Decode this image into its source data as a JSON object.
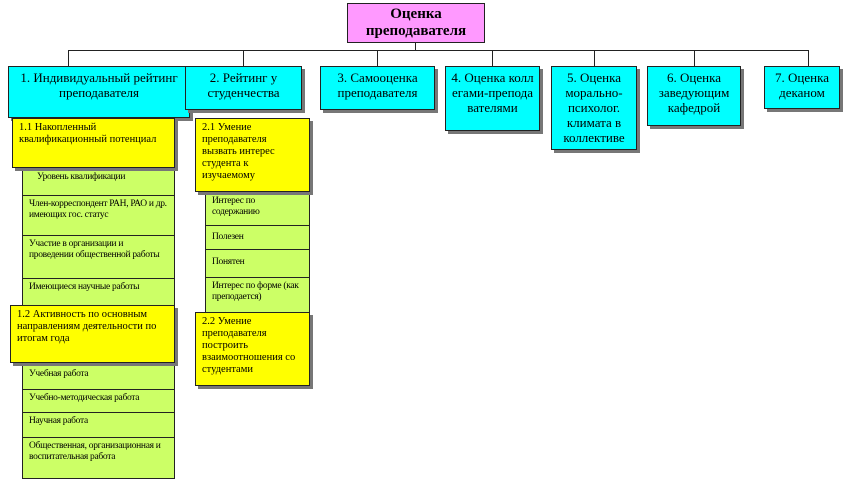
{
  "root": "Оценка преподавателя",
  "categories": [
    "1. Индивидуальный рейтинг преподавателя",
    "2. Рейтинг у студенчества",
    "3. Самооценка преподавателя",
    "4. Оценка коллегами-преподавателями",
    "5. Оценка морально-психолог. климата в коллективе",
    "6. Оценка заведующим кафедрой",
    "7. Оценка деканом"
  ],
  "g1": {
    "s1": {
      "title": "1.1 Накопленный квалификационный потенциал",
      "items": [
        "Уровень квалификации",
        "Член-корреспондент РАН, РАО и др. имеющих гос. статус",
        "Участие в организации и проведении общественной работы",
        "Имеющиеся научные работы"
      ]
    },
    "s2": {
      "title": "1.2 Активность по основным направлениям деятельности по итогам года",
      "items": [
        "Учебная работа",
        "Учебно-методическая работа",
        "Научная работа",
        "Общественная, организационная и воспитательная работа"
      ]
    }
  },
  "g2": {
    "s1": {
      "title": "2.1 Умение преподавателя вызвать интерес студента к изучаемому",
      "items": [
        "Интерес по содержанию",
        "Полезен",
        "Понятен",
        "Интерес по форме (как преподается)"
      ]
    },
    "s2": {
      "title": "2.2 Умение преподавателя построить взаимоотношения со студентами"
    }
  }
}
